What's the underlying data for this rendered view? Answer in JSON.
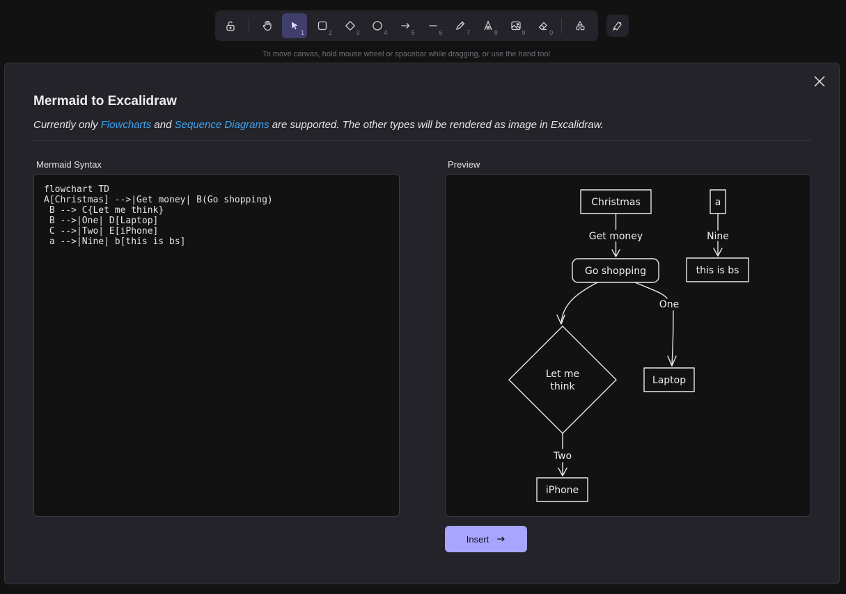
{
  "toolbar": {
    "tools": [
      {
        "name": "lock",
        "key": ""
      },
      {
        "name": "hand",
        "key": ""
      },
      {
        "name": "selection",
        "key": "1"
      },
      {
        "name": "rectangle",
        "key": "2"
      },
      {
        "name": "diamond",
        "key": "3"
      },
      {
        "name": "ellipse",
        "key": "4"
      },
      {
        "name": "arrow",
        "key": "5"
      },
      {
        "name": "line",
        "key": "6"
      },
      {
        "name": "draw",
        "key": "7"
      },
      {
        "name": "text",
        "key": "8"
      },
      {
        "name": "image",
        "key": "9"
      },
      {
        "name": "eraser",
        "key": "0"
      },
      {
        "name": "more-tools",
        "key": ""
      }
    ],
    "active_tool": "selection"
  },
  "hint": "To move canvas, hold mouse wheel or spacebar while dragging, or use the hand tool",
  "dialog": {
    "title": "Mermaid to Excalidraw",
    "desc_prefix": "Currently only ",
    "link_flowcharts": "Flowcharts",
    "desc_and": " and ",
    "link_sequence": "Sequence Diagrams",
    "desc_suffix": " are supported. The other types will be rendered as image in Excalidraw.",
    "syntax_label": "Mermaid Syntax",
    "syntax_text": "flowchart TD\nA[Christmas] -->|Get money| B(Go shopping)\n B --> C{Let me think}\n B -->|One| D[Laptop]\n C -->|Two| E[iPhone]\n a -->|Nine| b[this is bs]",
    "preview_label": "Preview",
    "insert_label": "Insert"
  },
  "preview": {
    "nodes": {
      "A": "Christmas",
      "B": "Go shopping",
      "C_line1": "Let me",
      "C_line2": "think",
      "D": "Laptop",
      "E": "iPhone",
      "a": "a",
      "b": "this is bs"
    },
    "edges": {
      "A_B": "Get money",
      "B_D": "One",
      "C_E": "Two",
      "a_b": "Nine"
    }
  },
  "colors": {
    "accent": "#a8a5ff",
    "active_tool_bg": "#403e6a",
    "link": "#3fa3f2",
    "canvas_bg": "#121212",
    "dialog_bg": "#232329"
  }
}
